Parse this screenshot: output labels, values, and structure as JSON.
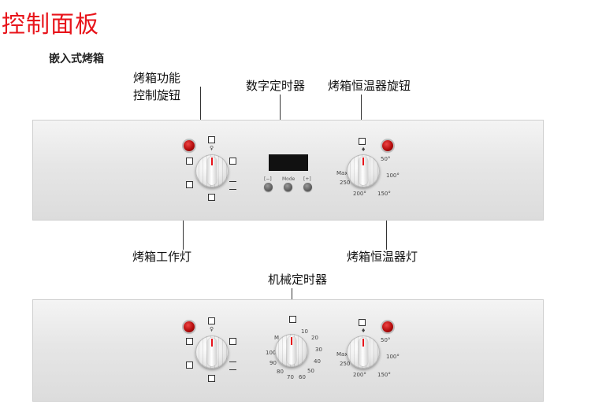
{
  "title": "控制面板",
  "subtitle": "嵌入式烤箱",
  "callouts": {
    "function_knob": [
      "烤箱功能",
      "控制旋钮"
    ],
    "digital_timer": "数字定时器",
    "thermostat_knob": "烤箱恒温器旋钮",
    "oven_lamp": "烤箱工作灯",
    "thermostat_lamp": "烤箱恒温器灯",
    "mechanical_timer": "机械定时器"
  },
  "timer_buttons": [
    "",
    "Mode",
    ""
  ],
  "temperature_marks": [
    "50°",
    "100°",
    "150°",
    "200°",
    "250°",
    "Max"
  ],
  "mechanical_timer_marks": [
    "10",
    "20",
    "30",
    "40",
    "50",
    "60",
    "70",
    "80",
    "90",
    "100",
    "M"
  ],
  "colors": {
    "title_red": "#e8141b",
    "lamp_red": "#b40c0c",
    "panel_gray": "#e2e2e2",
    "display_black": "#111111"
  }
}
